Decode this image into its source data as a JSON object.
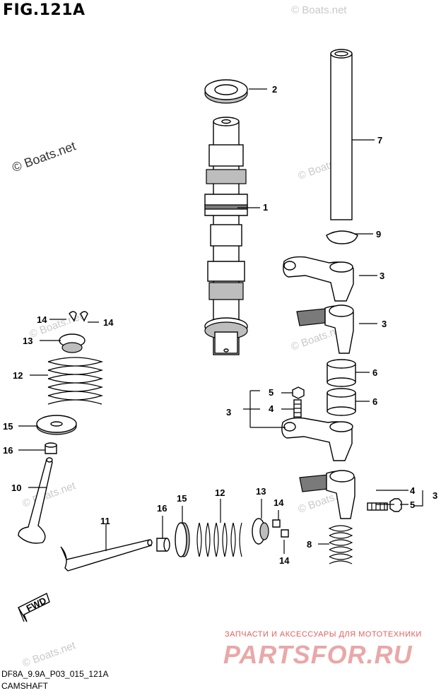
{
  "title": "FIG.121A",
  "watermarks": {
    "main": "© Boats.net",
    "faint": "© Boats.net"
  },
  "footer": {
    "code": "DF8A_9.9A_P03_015_121A",
    "name": "CAMSHAFT"
  },
  "fwd_label": "FWD",
  "shop": {
    "tagline": "ЗАПЧАСТИ И АКСЕССУАРЫ ДЛЯ МОТОТЕХНИКИ",
    "logo": "PARTSFOR.RU"
  },
  "callouts": {
    "c1": "1",
    "c2": "2",
    "c3a": "3",
    "c3b": "3",
    "c3c": "3",
    "c3d": "3",
    "c4a": "4",
    "c4b": "4",
    "c5a": "5",
    "c5b": "5",
    "c6a": "6",
    "c6b": "6",
    "c7": "7",
    "c8": "8",
    "c9": "9",
    "c10": "10",
    "c11": "11",
    "c12a": "12",
    "c12b": "12",
    "c13a": "13",
    "c13b": "13",
    "c14a": "14",
    "c14b": "14",
    "c14c": "14",
    "c14d": "14",
    "c15a": "15",
    "c15b": "15",
    "c16a": "16",
    "c16b": "16"
  }
}
